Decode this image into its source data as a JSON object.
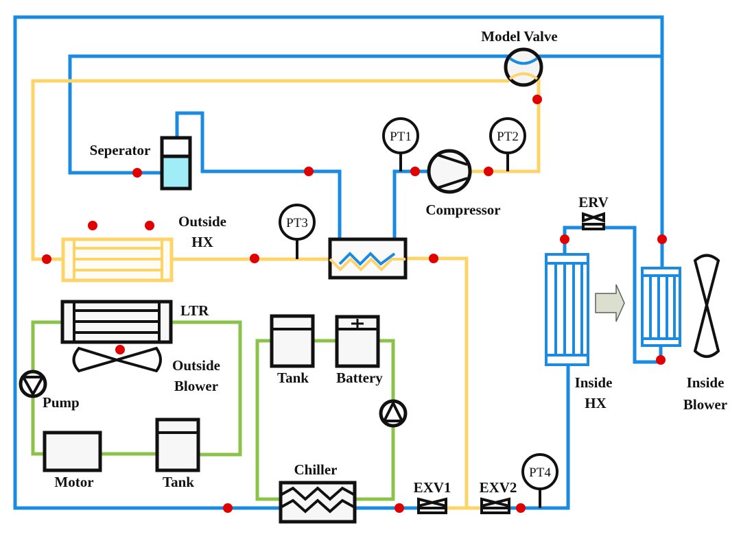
{
  "colors": {
    "refrigerant_low": "#1a8be0",
    "refrigerant_high": "#fdd46a",
    "coolant": "#8bc34a",
    "sensor_point": "#e00000"
  },
  "labels": {
    "model_valve": "Model Valve",
    "separator": "Seperator",
    "compressor": "Compressor",
    "outside_hx_1": "Outside",
    "outside_hx_2": "HX",
    "ltr": "LTR",
    "outside_blower_1": "Outside",
    "outside_blower_2": "Blower",
    "pump": "Pump",
    "motor": "Motor",
    "tank_left": "Tank",
    "tank_mid": "Tank",
    "battery": "Battery",
    "chiller": "Chiller",
    "exv1": "EXV1",
    "exv2": "EXV2",
    "erv": "ERV",
    "inside_hx_1": "Inside",
    "inside_hx_2": "HX",
    "inside_blower_1": "Inside",
    "inside_blower_2": "Blower"
  },
  "sensors": {
    "pt1": "PT1",
    "pt2": "PT2",
    "pt3": "PT3",
    "pt4": "PT4"
  }
}
